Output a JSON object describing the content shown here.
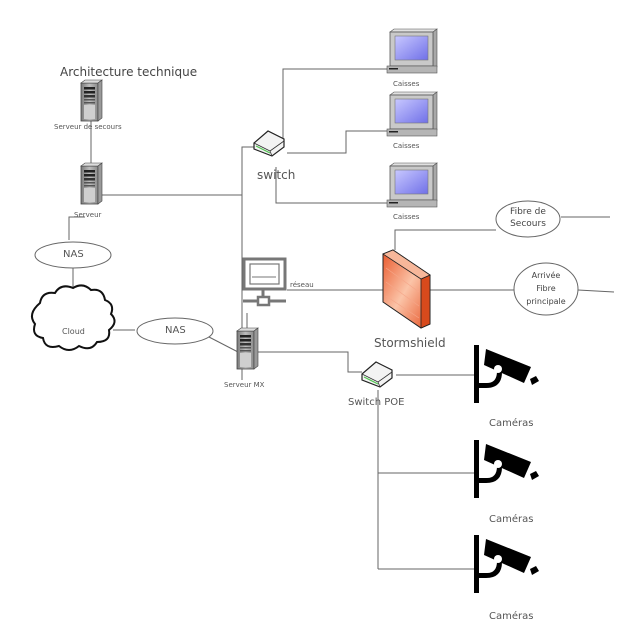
{
  "title": "Architecture technique",
  "nodes": {
    "serveur_secours": "Serveur de secours",
    "serveur": "Serveur",
    "switch": "switch",
    "caisses_1": "Caisses",
    "caisses_2": "Caisses",
    "caisses_3": "Caisses",
    "nas_top": "NAS",
    "nas_mid": "NAS",
    "cloud": "Cloud",
    "reseau": "réseau",
    "serveur_mx": "Serveur MX",
    "stormshield": "Stormshield",
    "fibre_secours_line1": "Fibre de",
    "fibre_secours_line2": "Secours",
    "fibre_principale_line1": "Arrivée",
    "fibre_principale_line2": "Fibre",
    "fibre_principale_line3": "principale",
    "switch_poe": "Switch POE",
    "cameras_1": "Caméras",
    "cameras_2": "Caméras",
    "cameras_3": "Caméras"
  },
  "colors": {
    "line": "#555555",
    "firewall": "#f26a3d",
    "screen": "#8f8ff0",
    "camera": "#000000"
  }
}
